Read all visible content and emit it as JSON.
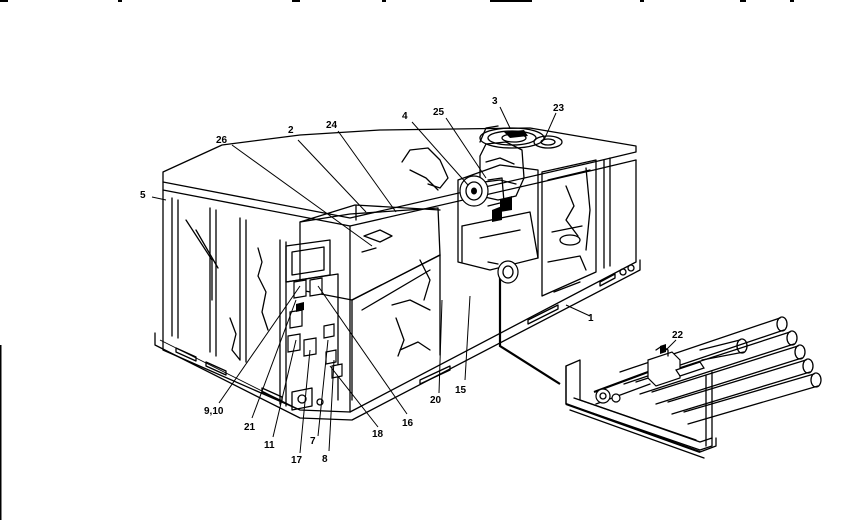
{
  "diagram": {
    "callouts": [
      {
        "id": "c1",
        "text": "1"
      },
      {
        "id": "c2",
        "text": "2"
      },
      {
        "id": "c3",
        "text": "3"
      },
      {
        "id": "c4",
        "text": "4"
      },
      {
        "id": "c5",
        "text": "5"
      },
      {
        "id": "c7",
        "text": "7"
      },
      {
        "id": "c8",
        "text": "8"
      },
      {
        "id": "c910",
        "text": "9,10"
      },
      {
        "id": "c11",
        "text": "11"
      },
      {
        "id": "c15",
        "text": "15"
      },
      {
        "id": "c16",
        "text": "16"
      },
      {
        "id": "c17",
        "text": "17"
      },
      {
        "id": "c18",
        "text": "18"
      },
      {
        "id": "c20",
        "text": "20"
      },
      {
        "id": "c21",
        "text": "21"
      },
      {
        "id": "c22",
        "text": "22"
      },
      {
        "id": "c23",
        "text": "23"
      },
      {
        "id": "c24",
        "text": "24"
      },
      {
        "id": "c25",
        "text": "25"
      },
      {
        "id": "c26",
        "text": "26"
      }
    ]
  }
}
